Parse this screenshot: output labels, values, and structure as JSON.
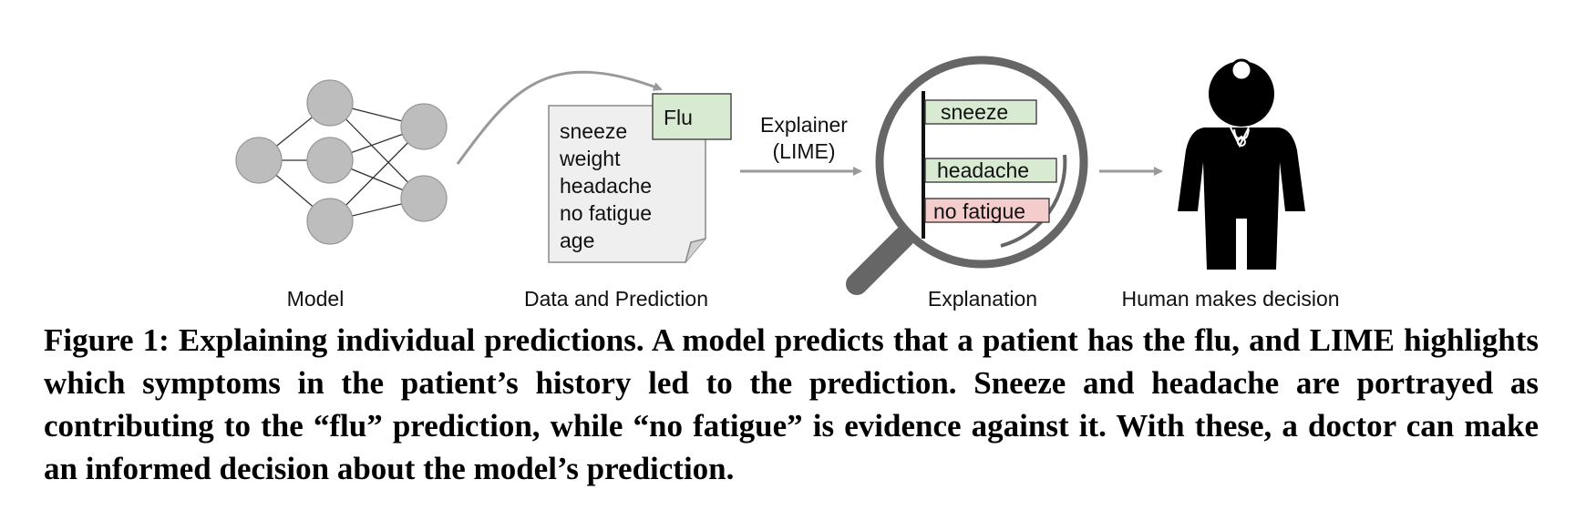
{
  "figure": {
    "model_label": "Model",
    "data_label": "Data and Prediction",
    "prediction": "Flu",
    "features": [
      "sneeze",
      "weight",
      "headache",
      "no fatigue",
      "age"
    ],
    "explainer_label_line1": "Explainer",
    "explainer_label_line2": "(LIME)",
    "explanation_label": "Explanation",
    "explanation_bars": [
      {
        "label": "sneeze",
        "direction": "positive",
        "color": "#d9ead3"
      },
      {
        "label": "headache",
        "direction": "positive",
        "color": "#d9ead3"
      },
      {
        "label": "no fatigue",
        "direction": "negative",
        "color": "#f4cccc"
      }
    ],
    "human_label": "Human makes decision",
    "colors": {
      "node": "#bdbdbd",
      "positive": "#d9ead3",
      "negative": "#f4cccc",
      "magnifier": "#666666"
    }
  },
  "caption": "Figure 1: Explaining individual predictions. A model predicts that a patient has the flu, and LIME highlights which symptoms in the patient’s history led to the prediction. Sneeze and headache are portrayed as contributing to the “flu” prediction, while “no fatigue” is evidence against it. With these, a doctor can make an informed decision about the model’s prediction."
}
